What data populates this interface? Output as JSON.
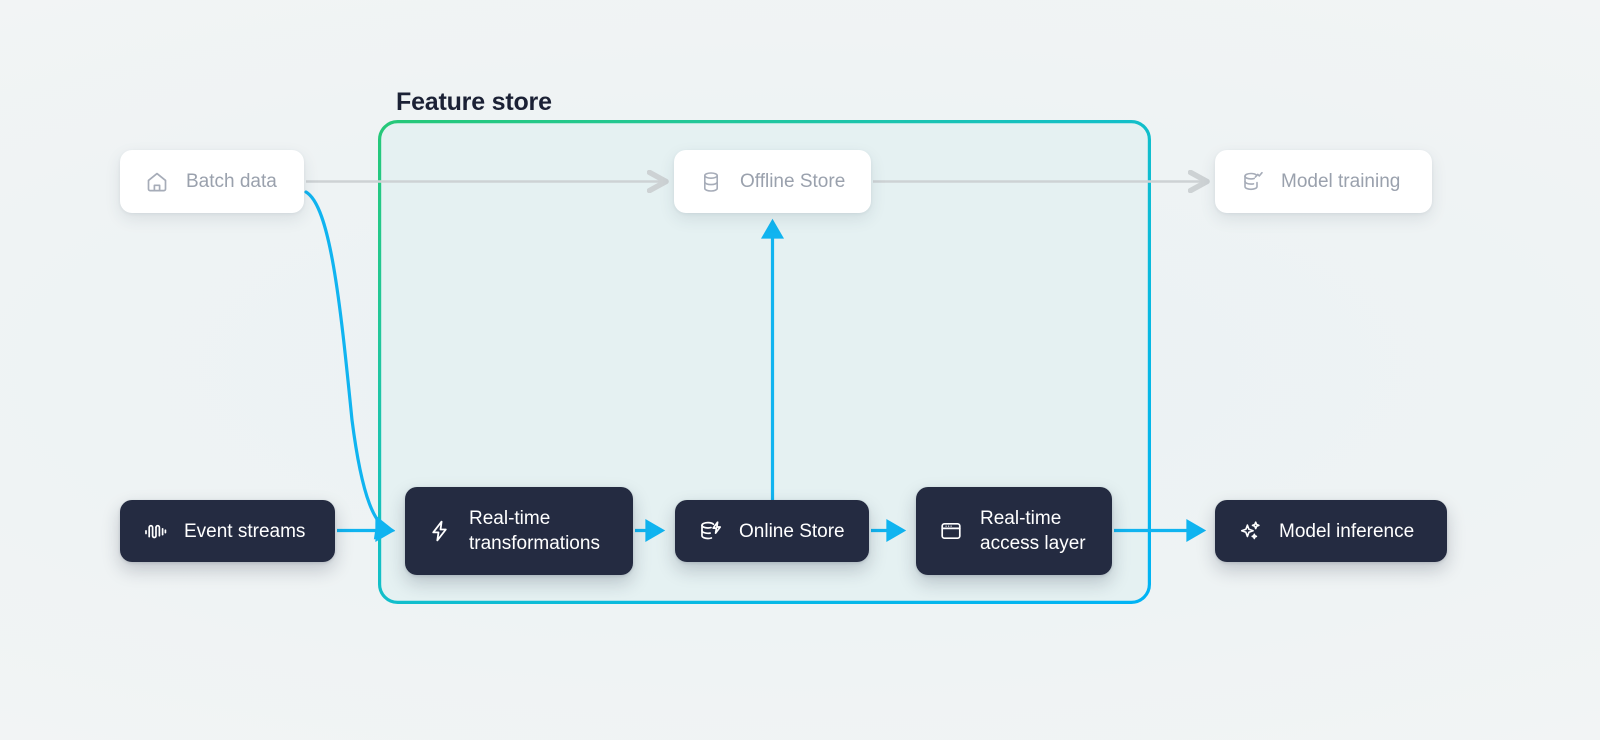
{
  "diagram": {
    "title": "Feature store",
    "background_color": "#f1f4f5",
    "container": {
      "label": "Feature store",
      "border_gradient_from": "#27c978",
      "border_gradient_to": "#00b3f0",
      "fill_color": "#e5f1f2"
    },
    "colors": {
      "dark_node_bg": "#242b41",
      "dark_node_text": "#ffffff",
      "light_node_bg": "#ffffff",
      "light_node_text": "#9aa1ad",
      "active_edge": "#10b4f0",
      "inactive_edge": "#cdd2d4",
      "title_text": "#1b2135"
    },
    "nodes": [
      {
        "id": "batch-data",
        "label": "Batch data",
        "icon": "home-icon",
        "style": "light"
      },
      {
        "id": "offline-store",
        "label": "Offline Store",
        "icon": "database-icon",
        "style": "light"
      },
      {
        "id": "model-training",
        "label": "Model training",
        "icon": "database-chart-icon",
        "style": "light"
      },
      {
        "id": "event-streams",
        "label": "Event streams",
        "icon": "waveform-icon",
        "style": "dark"
      },
      {
        "id": "realtime-transformations",
        "label": "Real-time\ntransformations",
        "icon": "lightning-icon",
        "style": "dark"
      },
      {
        "id": "online-store",
        "label": "Online Store",
        "icon": "database-bolt-icon",
        "style": "dark"
      },
      {
        "id": "realtime-access-layer",
        "label": "Real-time\naccess layer",
        "icon": "browser-window-icon",
        "style": "dark"
      },
      {
        "id": "model-inference",
        "label": "Model inference",
        "icon": "sparkles-icon",
        "style": "dark"
      }
    ],
    "edges": [
      {
        "from": "batch-data",
        "to": "offline-store",
        "style": "inactive"
      },
      {
        "from": "offline-store",
        "to": "model-training",
        "style": "inactive"
      },
      {
        "from": "batch-data",
        "to": "realtime-transformations",
        "style": "active"
      },
      {
        "from": "event-streams",
        "to": "realtime-transformations",
        "style": "active"
      },
      {
        "from": "realtime-transformations",
        "to": "online-store",
        "style": "active"
      },
      {
        "from": "online-store",
        "to": "offline-store",
        "style": "active"
      },
      {
        "from": "online-store",
        "to": "realtime-access-layer",
        "style": "active"
      },
      {
        "from": "realtime-access-layer",
        "to": "model-inference",
        "style": "active"
      }
    ]
  }
}
